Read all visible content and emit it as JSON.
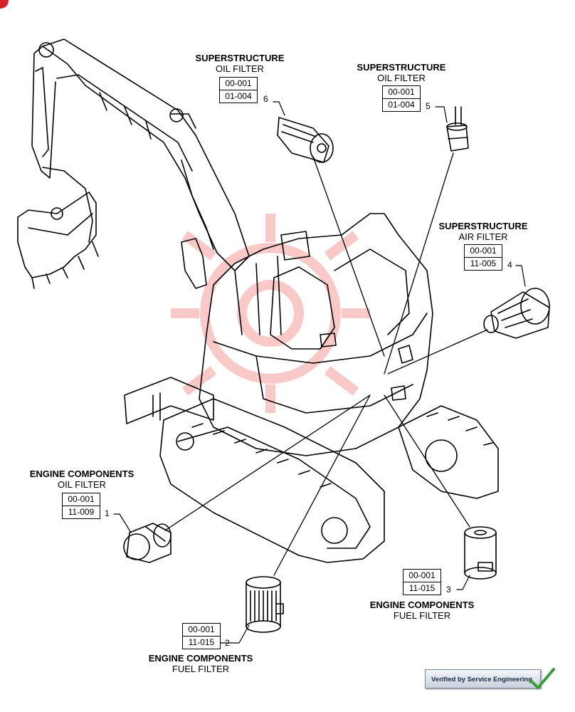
{
  "callouts": [
    {
      "id": 1,
      "number": "1",
      "title": "ENGINE COMPONENTS",
      "subtitle": "OIL FILTER",
      "codes": [
        "00-001",
        "11-009"
      ]
    },
    {
      "id": 2,
      "number": "2",
      "title": "ENGINE COMPONENTS",
      "subtitle": "FUEL FILTER",
      "codes": [
        "00-001",
        "11-015"
      ]
    },
    {
      "id": 3,
      "number": "3",
      "title": "ENGINE COMPONENTS",
      "subtitle": "FUEL FILTER",
      "codes": [
        "00-001",
        "11-015"
      ]
    },
    {
      "id": 4,
      "number": "4",
      "title": "SUPERSTRUCTURE",
      "subtitle": "AIR FILTER",
      "codes": [
        "00-001",
        "11-005"
      ]
    },
    {
      "id": 5,
      "number": "5",
      "title": "SUPERSTRUCTURE",
      "subtitle": "OIL FILTER",
      "codes": [
        "00-001",
        "01-004"
      ]
    },
    {
      "id": 6,
      "number": "6",
      "title": "SUPERSTRUCTURE",
      "subtitle": "OIL FILTER",
      "codes": [
        "00-001",
        "01-004"
      ]
    }
  ],
  "badge": {
    "text": "Verified by Service Engineering"
  },
  "colors": {
    "line": "#000000",
    "watermark": "#e8413a",
    "badge_check": "#3c9a3c"
  },
  "icons": {
    "corner": "red-circle-icon",
    "check": "checkmark-icon"
  }
}
